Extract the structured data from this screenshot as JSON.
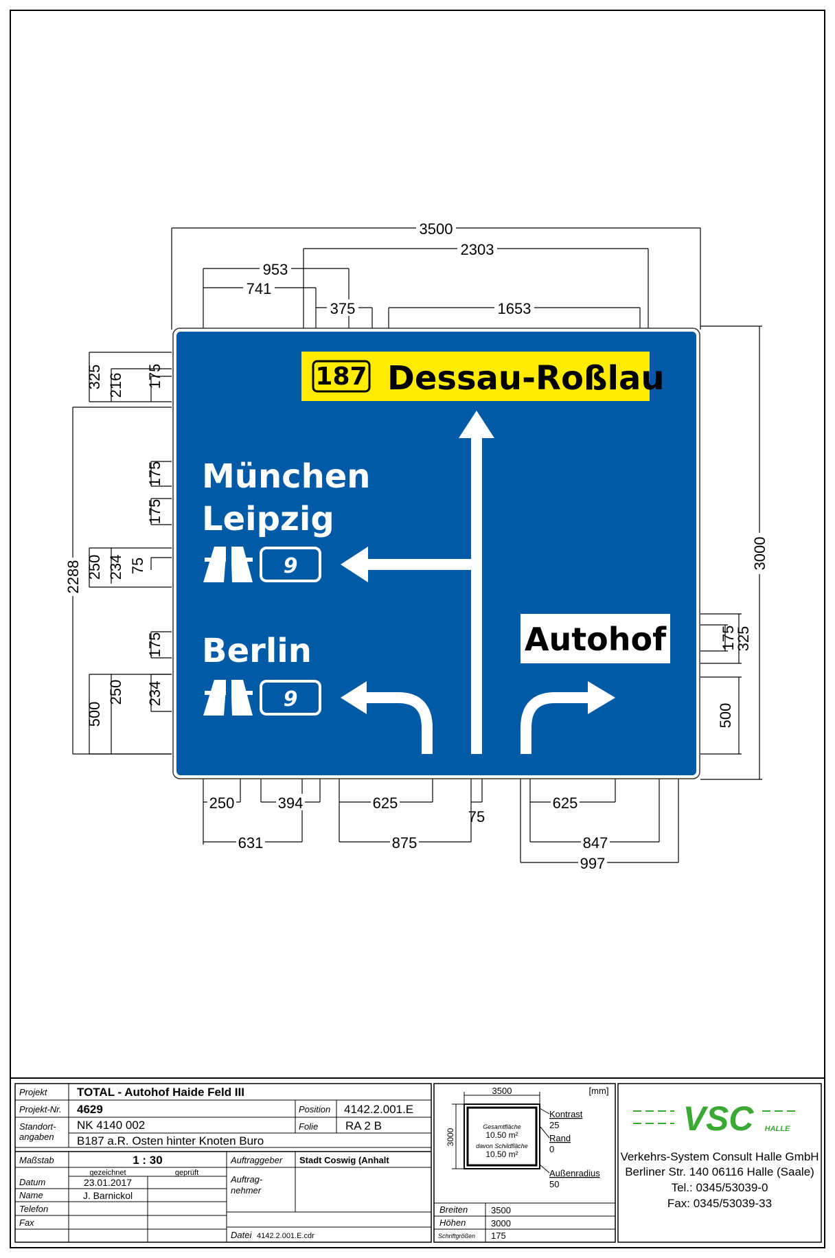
{
  "dimensions": {
    "top": [
      "3500",
      "2303",
      "953",
      "741",
      "375",
      "1653"
    ],
    "left": [
      "325",
      "216",
      "175",
      "2288",
      "175",
      "175",
      "250",
      "234",
      "75",
      "175",
      "500",
      "250",
      "234"
    ],
    "right": [
      "3000",
      "175",
      "325",
      "500"
    ],
    "bottom": [
      "250",
      "394",
      "625",
      "75",
      "625",
      "631",
      "875",
      "847",
      "997"
    ]
  },
  "sign": {
    "route_number": "187",
    "top_destination": "Dessau-Roßlau",
    "left_destinations": [
      "München",
      "Leipzig"
    ],
    "left_motorway_number": "9",
    "lower_destination": "Berlin",
    "lower_motorway_number": "9",
    "service_label": "Autohof",
    "colors": {
      "background": "#005aa5",
      "yellow": "#ffec00",
      "white": "#ffffff"
    }
  },
  "title_block": {
    "projekt_label": "Projekt",
    "projekt_value": "TOTAL - Autohof Haide Feld III",
    "projekt_nr_label": "Projekt-Nr.",
    "projekt_nr_value": "4629",
    "position_label": "Position",
    "position_value": "4142.2.001.E",
    "standort_label_1": "Standort-",
    "standort_label_2": "angaben",
    "standort_value_1": "NK 4140 002",
    "standort_value_2": "B187 a.R. Osten  hinter Knoten Buro",
    "folie_label": "Folie",
    "folie_value": "RA 2 B",
    "massstab_label": "Maßstab",
    "massstab_value": "1 : 30",
    "gezeichnet_label": "gezeichnet",
    "geprueft_label": "geprüft",
    "datum_label": "Datum",
    "datum_value": "23.01.2017",
    "name_label": "Name",
    "name_value": "J. Barnickol",
    "telefon_label": "Telefon",
    "fax_label": "Fax",
    "auftraggeber_label": "Auftraggeber",
    "auftraggeber_value": "Stadt Coswig (Anhalt",
    "auftragnehmer_label_1": "Auftrag-",
    "auftragnehmer_label_2": "nehmer",
    "datei_label": "Datei",
    "datei_value": "4142.2.001.E.cdr",
    "mini_width": "3500",
    "mini_height": "3000",
    "mini_unit": "[mm]",
    "gesamtflaeche_label": "Gesamtfläche",
    "gesamtflaeche_value": "10.50 m²",
    "schildflaeche_label": "davon Schildfläche",
    "schildflaeche_value": "10.50 m²",
    "kontrast_label": "Kontrast",
    "kontrast_value": "25",
    "rand_label": "Rand",
    "rand_value": "0",
    "aussenradius_label": "Außenradius",
    "aussenradius_value": "50",
    "breiten_label": "Breiten",
    "breiten_value": "3500",
    "hoehen_label": "Höhen",
    "hoehen_value": "3000",
    "schrift_label": "Schriftgrößen",
    "schrift_value": "175",
    "logo_text": "VSC",
    "logo_sub": "HALLE",
    "company_name": "Verkehrs-System Consult Halle GmbH",
    "company_address": "Berliner Str. 140  06116 Halle (Saale)",
    "company_tel": "Tel.: 0345/53039-0",
    "company_fax": "Fax: 0345/53039-33",
    "logo_color": "#3aaa35"
  }
}
